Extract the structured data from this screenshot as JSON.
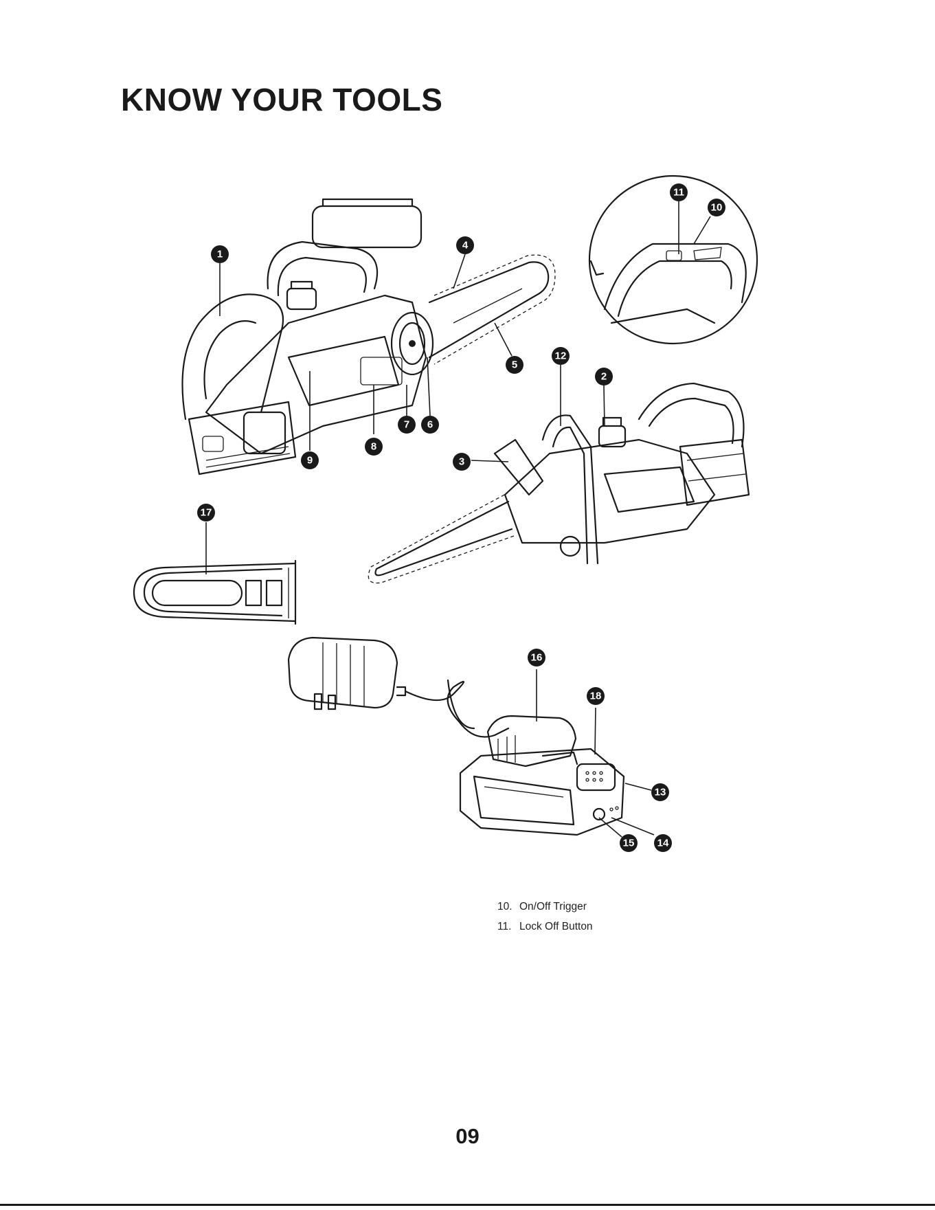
{
  "page": {
    "title": "KNOW YOUR TOOLS",
    "page_number": "09"
  },
  "callouts": [
    "1",
    "2",
    "3",
    "4",
    "5",
    "6",
    "7",
    "8",
    "9",
    "10",
    "11",
    "12",
    "13",
    "14",
    "15",
    "16",
    "17",
    "18"
  ],
  "legend": [
    {
      "number": "10.",
      "label": "On/Off Trigger"
    },
    {
      "number": "11.",
      "label": "Lock Off Button"
    }
  ],
  "colors": {
    "ink": "#1a1a1a",
    "paper": "#ffffff"
  }
}
